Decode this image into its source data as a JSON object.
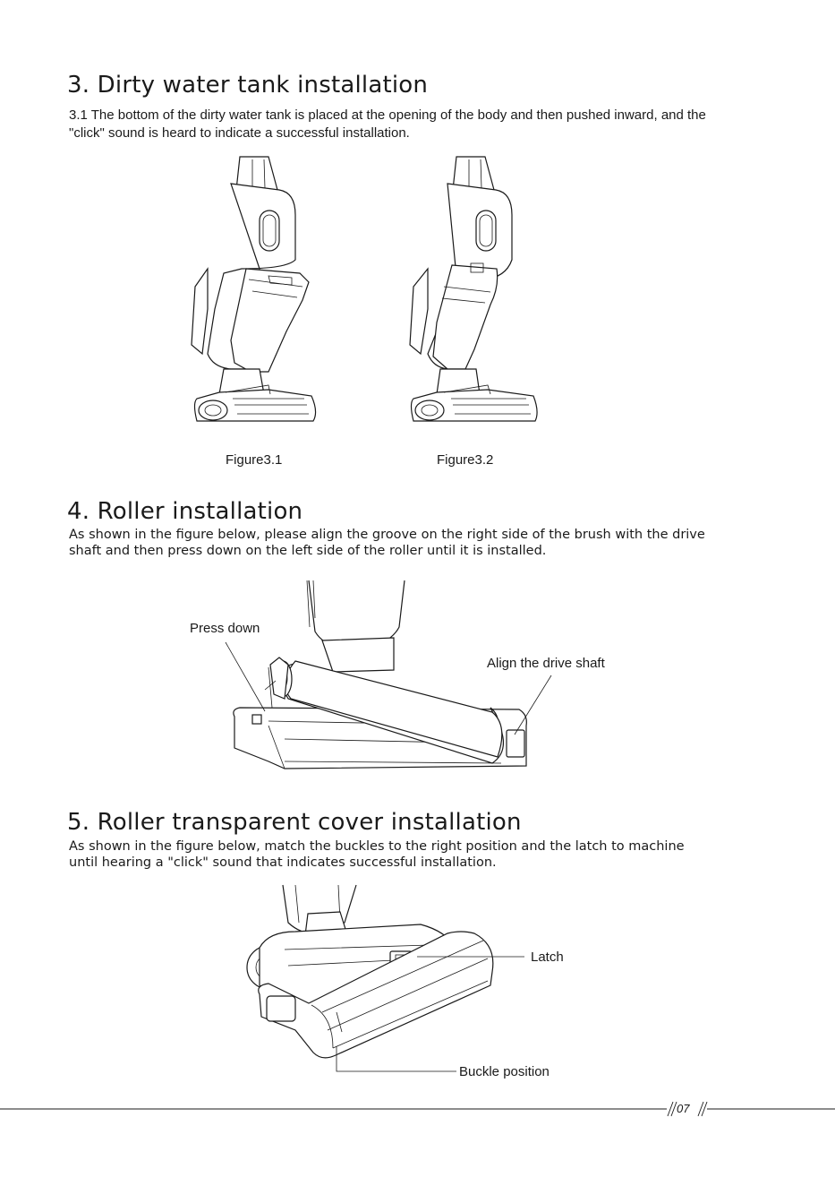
{
  "section3": {
    "title": "3. Dirty water tank installation",
    "text_line1": "3.1 The bottom of the dirty water tank is placed at the opening of the body and then pushed inward, and the",
    "text_line2": "\"click\" sound is heard to indicate a successful installation.",
    "figure1_caption": "Figure3.1",
    "figure2_caption": "Figure3.2"
  },
  "section4": {
    "title": "4. Roller installation",
    "text_line1": "As shown in the figure below, please align the groove on the right side of the brush with the drive",
    "text_line2": "shaft and then press down on the left side of the roller until it is installed.",
    "label_press": "Press down",
    "label_align": "Align the drive shaft"
  },
  "section5": {
    "title": "5. Roller transparent cover installation",
    "text_line1": "As shown in the figure below, match the buckles to the right position and the latch to machine",
    "text_line2": "until hearing a \"click\" sound that indicates successful installation.",
    "label_latch": "Latch",
    "label_buckle": "Buckle position"
  },
  "footer": {
    "page_number": "07"
  }
}
